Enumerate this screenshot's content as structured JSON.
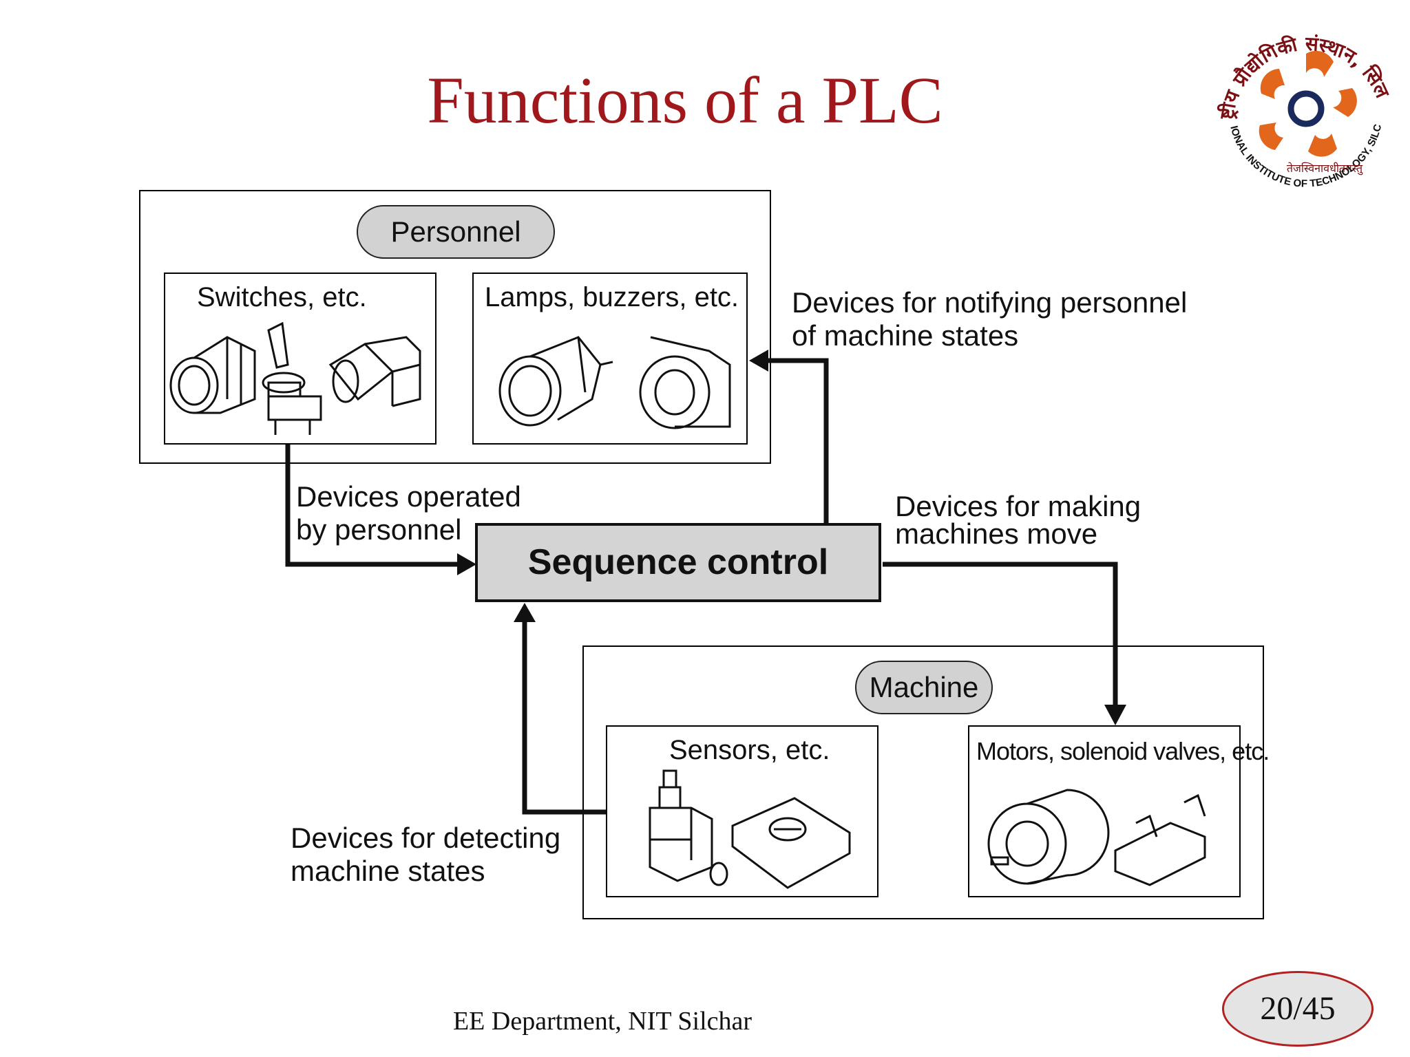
{
  "slide": {
    "title": "Functions of a PLC",
    "footer": "EE Department, NIT Silchar",
    "page_number": "20/45"
  },
  "logo": {
    "text_top": "राष्ट्रीय प्रौद्योगिकी संस्थान, सिलचर",
    "text_bottom": "NATIONAL INSTITUTE OF TECHNOLOGY, SILCHAR",
    "motto": "तेजस्विनावधीतमस्तु",
    "colors": {
      "ring": "#e2661b",
      "core": "#1a2a5c",
      "text": "#7a1014"
    }
  },
  "diagram": {
    "personnel": {
      "label": "Personnel",
      "switches_label": "Switches, etc.",
      "lamps_label": "Lamps, buzzers, etc."
    },
    "machine": {
      "label": "Machine",
      "sensors_label": "Sensors, etc.",
      "motors_label": "Motors, solenoid valves, etc."
    },
    "sequence_control": "Sequence control",
    "notify_line1": "Devices for notifying personnel",
    "notify_line2": "of machine states",
    "operated_line1": "Devices operated",
    "operated_line2": "by personnel",
    "move_line1": "Devices for making",
    "move_line2": "machines move",
    "detect_line1": "Devices for detecting",
    "detect_line2": "machine states"
  }
}
